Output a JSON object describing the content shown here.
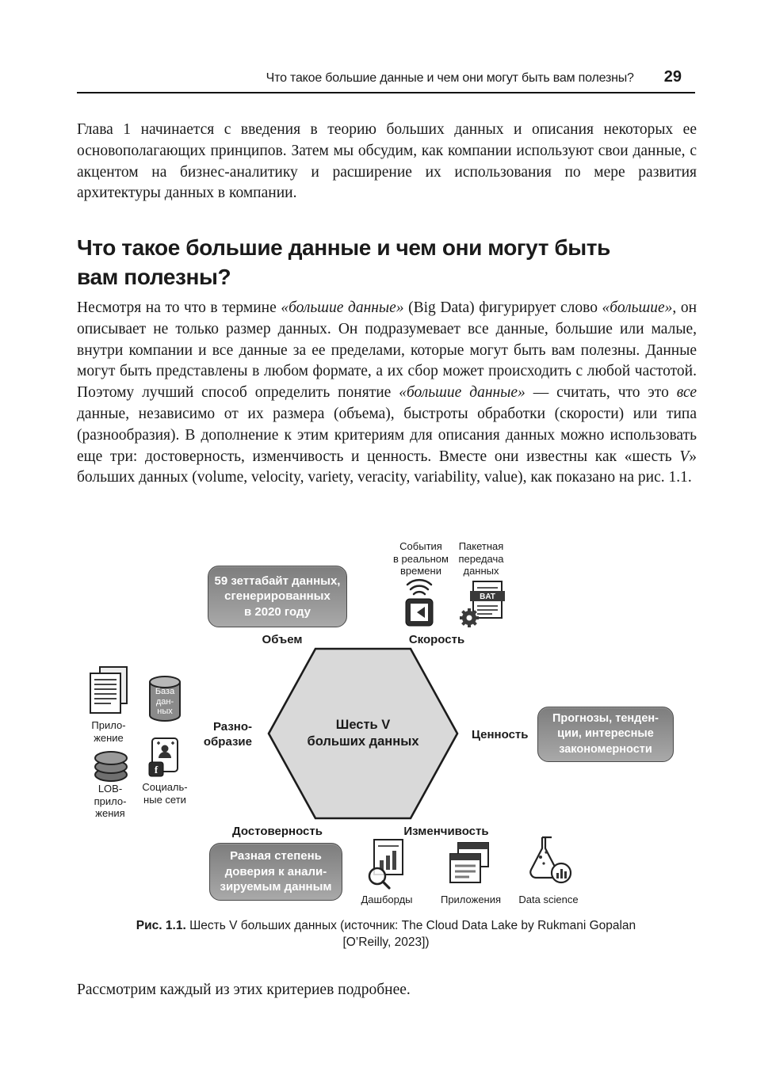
{
  "header": {
    "running_title": "Что такое большие данные и чем они могут быть вам полезны?",
    "page_number": "29"
  },
  "intro_paragraph": "Глава 1 начинается с введения в теорию больших данных и описания некоторых ее основополагающих принципов. Затем мы обсудим, как компании используют свои данные, с акцентом на бизнес-аналитику и расширение их использования по мере развития архитектуры данных в компании.",
  "section_heading": "Что такое большие данные и чем они могут быть\nвам полезны?",
  "body_paragraph": [
    {
      "t": "Несмотря на то что в термине "
    },
    {
      "t": "«большие данные»",
      "i": true
    },
    {
      "t": " (Big Data) фигурирует слово "
    },
    {
      "t": "«большие»",
      "i": true
    },
    {
      "t": ", он описывает не только размер данных. Он подразумевает все данные, большие или малые, внутри компании и все данные за ее пределами, которые могут быть вам полезны. Данные могут быть представлены в любом формате, а их сбор может происходить с любой частотой. Поэтому лучший способ определить понятие "
    },
    {
      "t": "«большие данные»",
      "i": true
    },
    {
      "t": " — считать, что это "
    },
    {
      "t": "все",
      "i": true
    },
    {
      "t": " данные, независимо от их размера (объема), быстроты обработки (скорости) или типа (разнообразия). В дополнение к этим критериям для описания данных можно использовать еще три: достоверность, изменчивость и ценность. Вместе они известны как «шесть "
    },
    {
      "t": "V",
      "i": true
    },
    {
      "t": "» больших данных (volume, velocity, variety, veracity, variability, value), как показано на рис. 1.1."
    }
  ],
  "closing_paragraph": "Рассмотрим каждый из этих критериев подробнее.",
  "figure": {
    "hexagon_title": "Шесть V\nбольших данных",
    "labels": {
      "volume": "Объем",
      "velocity": "Скорость",
      "variety": "Разно-\nобразие",
      "value": "Ценность",
      "veracity": "Достоверность",
      "variability": "Изменчивость"
    },
    "callouts": {
      "volume": "59 зеттабайт данных,\nсгенерированных\nв 2020 году",
      "value": "Прогнозы, тенден-\nции, интересные\nзакономерности",
      "veracity": "Разная степень\nдоверия к анали-\nзируемым данным"
    },
    "icons": {
      "realtime_label": "События\nв реальном\nвремени",
      "batch_label": "Пакетная\nпередача\nданных",
      "batch_badge": "BAT",
      "application_label": "Прило-\nжение",
      "database_label": "База\nдан-\nных",
      "lob_label": "LOB-\nприло-\nжения",
      "social_label": "Социаль-\nные сети",
      "social_badge": "f",
      "dashboards_label": "Дашборды",
      "apps_label": "Приложения",
      "datascience_label": "Data science"
    },
    "caption": [
      {
        "t": "Рис. 1.1.",
        "b": true
      },
      {
        "t": " Шесть V больших данных (источник: The Cloud Data Lake by Rukmani Gopalan\n[O’Reilly, 2023])"
      }
    ]
  },
  "colors": {
    "text": "#1a1a1a",
    "box_gray_top": "#7d7d7d",
    "box_gray_bottom": "#a9a9a9",
    "hexagon_fill": "#d9d9d9",
    "hexagon_stroke": "#1c1c1c"
  }
}
